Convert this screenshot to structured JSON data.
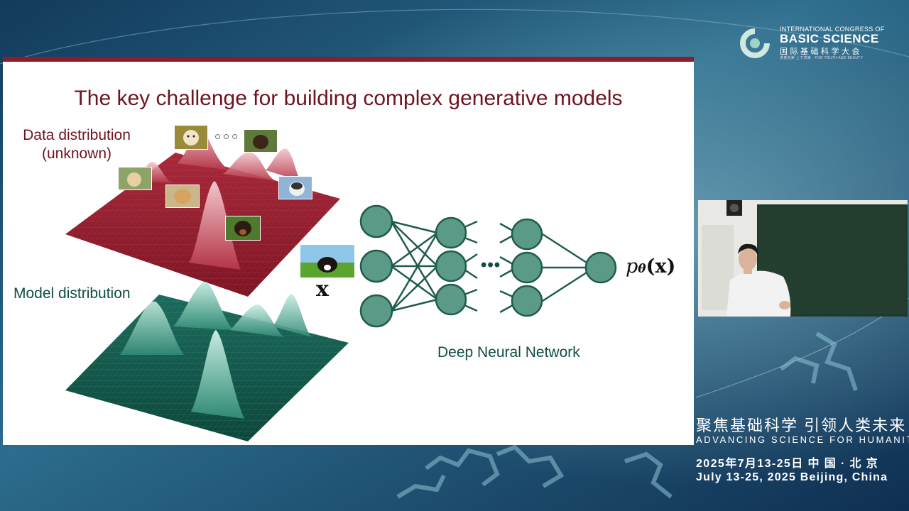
{
  "slide": {
    "title": "The key challenge for building complex generative models",
    "data_label_line1": "Data distribution",
    "data_label_line2": "(unknown)",
    "model_label": "Model distribution",
    "dnn_label": "Deep Neural Network",
    "x_symbol": "x",
    "output_p": "p",
    "output_theta": "θ",
    "output_x": "(x)",
    "ellipsis_top": "○○○",
    "ellipsis_mid": "•••",
    "colors": {
      "title": "#6e1420",
      "data_surface": "#8c1d2a",
      "model_surface": "#0e4d42",
      "network": "#1f5c4c",
      "node_fill": "#5b9a86"
    }
  },
  "event": {
    "logo_line1": "INTERNATIONAL CONGRESS OF",
    "logo_line2": "BASIC SCIENCE",
    "logo_line3": "国际基础科学大会",
    "logo_line4": "求真向美 上下求索 · FOR TRUTH AND BEAUTY",
    "slogan_cn": "聚焦基础科学 引领人类未来",
    "slogan_en": "ADVANCING SCIENCE FOR HUMANITY",
    "date_cn": "2025年7月13-25日 中 国 · 北 京",
    "date_en": "July 13-25, 2025 Beijing, China"
  },
  "icons": [
    "congress-logo-icon",
    "dog-photo-icon"
  ]
}
